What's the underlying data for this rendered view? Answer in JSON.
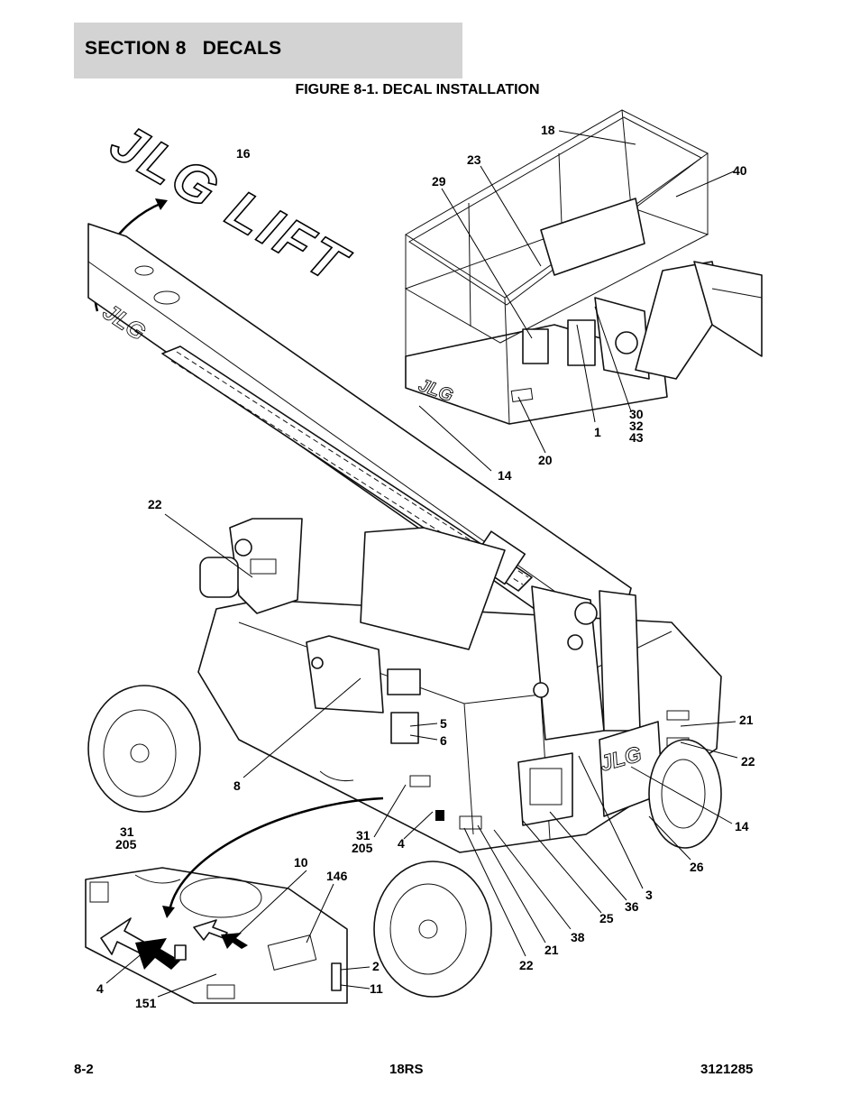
{
  "section_title": "SECTION 8   DECALS",
  "figure_title": "FIGURE 8-1. DECAL INSTALLATION",
  "logo_text": "JLG LIFT",
  "platform_logo": "JLG",
  "chassis_logo": "JLG",
  "callouts": [
    {
      "id": "c16",
      "text": "16"
    },
    {
      "id": "c18",
      "text": "18"
    },
    {
      "id": "c23",
      "text": "23"
    },
    {
      "id": "c40",
      "text": "40"
    },
    {
      "id": "c29",
      "text": "29"
    },
    {
      "id": "c30",
      "text": "30"
    },
    {
      "id": "c32",
      "text": "32"
    },
    {
      "id": "c43",
      "text": "43"
    },
    {
      "id": "c1",
      "text": "1"
    },
    {
      "id": "c20",
      "text": "20"
    },
    {
      "id": "c14a",
      "text": "14"
    },
    {
      "id": "c22a",
      "text": "22"
    },
    {
      "id": "c5",
      "text": "5"
    },
    {
      "id": "c6",
      "text": "6"
    },
    {
      "id": "c8",
      "text": "8"
    },
    {
      "id": "c21a",
      "text": "21"
    },
    {
      "id": "c22b",
      "text": "22"
    },
    {
      "id": "c14b",
      "text": "14"
    },
    {
      "id": "c26",
      "text": "26"
    },
    {
      "id": "c3",
      "text": "3"
    },
    {
      "id": "c36",
      "text": "36"
    },
    {
      "id": "c25",
      "text": "25"
    },
    {
      "id": "c38",
      "text": "38"
    },
    {
      "id": "c21b",
      "text": "21"
    },
    {
      "id": "c22c",
      "text": "22"
    },
    {
      "id": "c31a",
      "text": "31"
    },
    {
      "id": "c205a",
      "text": "205"
    },
    {
      "id": "c31b",
      "text": "31"
    },
    {
      "id": "c205b",
      "text": "205"
    },
    {
      "id": "c4a",
      "text": "4"
    },
    {
      "id": "c10",
      "text": "10"
    },
    {
      "id": "c146",
      "text": "146"
    },
    {
      "id": "c2",
      "text": "2"
    },
    {
      "id": "c11",
      "text": "11"
    },
    {
      "id": "c4b",
      "text": "4"
    },
    {
      "id": "c151",
      "text": "151"
    }
  ],
  "footer": {
    "page": "8-2",
    "model": "18RS",
    "doc_number": "3121285"
  }
}
